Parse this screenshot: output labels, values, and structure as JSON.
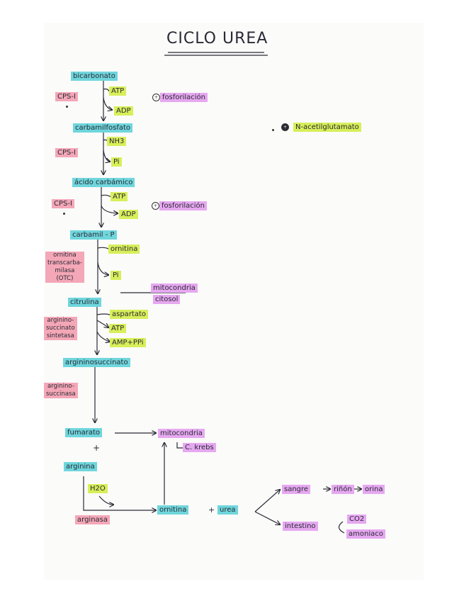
{
  "title": "CICLO UREA",
  "steps": {
    "bicarbonato": "bicarbonato",
    "carbamoil_fosfato": "carbamilfosfato",
    "acido_carbamico": "ácido carbámico",
    "carbamil_p": "carbamil - P",
    "citrulina": "citrulina",
    "argininosuccinato": "argininosuccinato",
    "fumarato": "fumarato",
    "arginina": "arginina",
    "ornitina": "ornitina",
    "urea": "urea"
  },
  "enzymes": {
    "cps1_a": "CPS-I",
    "cps1_b": "CPS-I",
    "cps1_c": "CPS-I",
    "otc": "ornitina\ntranscarba-\nmilasa\n(OTC)",
    "ass": "arginino-\nsuccinato\nsintetasa",
    "asl": "arginino-\nsuccinasa",
    "arginasa": "arginasa"
  },
  "cofactors": {
    "atp1": "ATP",
    "adp1": "ADP",
    "nh3": "NH3",
    "pi1": "Pi",
    "atp2": "ATP",
    "adp2": "ADP",
    "ornitina_in": "ornitina",
    "pi2": "Pi",
    "aspartato": "aspartato",
    "atp3": "ATP",
    "amp_ppi": "AMP+PPi",
    "h2o": "H2O"
  },
  "notes": {
    "fosforilacion1": "fosforilación",
    "fosforilacion2": "fosforilación",
    "nag": "N-acetilglutamato",
    "mitocondria": "mitocondria",
    "citosol": "citosol",
    "mitocondria2": "mitocondria",
    "ciclo_krebs": "C. krebs",
    "plus1": "+",
    "plus2": "+",
    "sangre": "sangre",
    "rinon": "riñón",
    "orina": "orina",
    "intestino": "intestino",
    "co2": "CO2",
    "amoniaco": "amoniaco"
  },
  "colors": {
    "metabolite": "#6fd6dc",
    "enzyme": "#f4a7b7",
    "cofactor": "#d8ef5a",
    "regulation": "#e6a8f0"
  }
}
